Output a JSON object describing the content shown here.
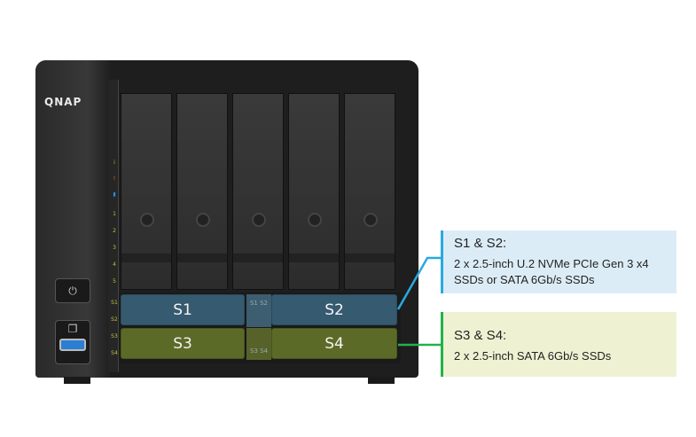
{
  "brand": "QNAP",
  "leds": {
    "status": [
      "i",
      "!",
      "▮"
    ],
    "bays": [
      "1",
      "2",
      "3",
      "4",
      "5"
    ],
    "ssd": [
      "S1",
      "S2",
      "S3",
      "S4"
    ]
  },
  "bays": {
    "s1": "S1",
    "s2": "S2",
    "s3": "S3",
    "s4": "S4",
    "mid_top": "S1  S2",
    "mid_bottom": "S3  S4"
  },
  "callouts": [
    {
      "title": "S1 & S2:",
      "lines": [
        "2 x 2.5-inch U.2 NVMe PCIe Gen 3 x4",
        "SSDs or SATA 6Gb/s SSDs"
      ],
      "color": "#29a9e0",
      "bg": "#dcecf7"
    },
    {
      "title": "S3 & S4:",
      "lines": [
        "2 x 2.5-inch SATA 6Gb/s SSDs"
      ],
      "color": "#22b24c",
      "bg": "#eef2d2"
    }
  ]
}
